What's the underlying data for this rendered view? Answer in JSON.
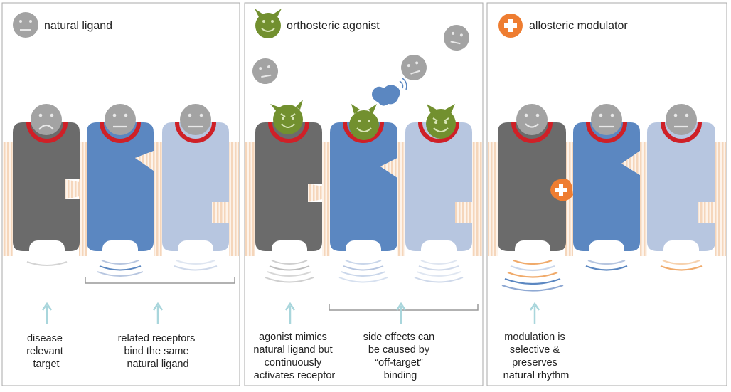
{
  "colors": {
    "receptor_gray": "#6b6b6b",
    "receptor_blue": "#5b87c1",
    "receptor_light": "#b7c6e0",
    "collar_red": "#cf2027",
    "ligand_gray": "#a3a3a3",
    "agonist_green": "#72902f",
    "modulator_orange": "#ee7d31",
    "arrow_teal": "#a9d6dc",
    "membrane_peach": "#f7dec6",
    "wave_orange": "#f0aa6a",
    "wave_gray": "#d4d4d4"
  },
  "panels": [
    {
      "icon": "neutral-face-icon",
      "header": "natural ligand",
      "captions": [
        {
          "lines": [
            "disease",
            "relevant",
            "target"
          ]
        },
        {
          "lines": [
            "related receptors",
            "bind the same",
            "natural ligand"
          ]
        }
      ]
    },
    {
      "icon": "devil-face-icon",
      "header": "orthosteric agonist",
      "captions": [
        {
          "lines": [
            "agonist mimics",
            "natural ligand but",
            "continuously",
            "activates receptor"
          ]
        },
        {
          "lines": [
            "side effects can",
            "be caused by",
            "“off-target”",
            "binding"
          ]
        }
      ]
    },
    {
      "icon": "plus-icon",
      "header": "allosteric modulator",
      "captions": [
        {
          "lines": [
            "modulation is",
            "selective &",
            "preserves",
            "natural rhythm"
          ]
        }
      ]
    }
  ]
}
